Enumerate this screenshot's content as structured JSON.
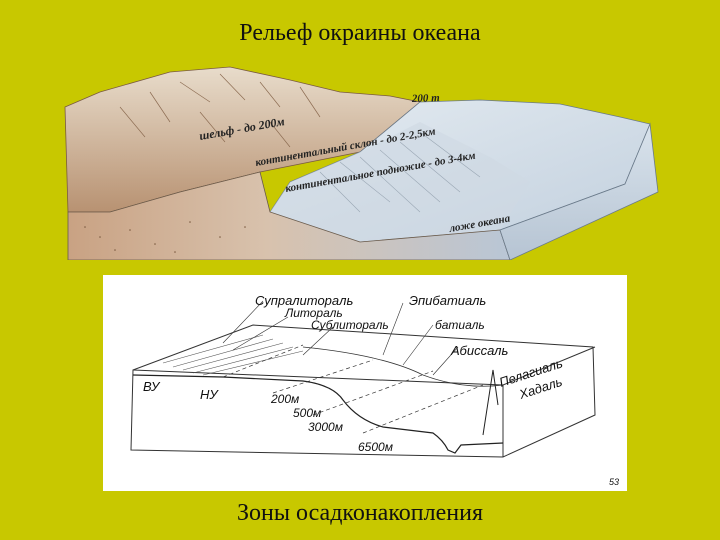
{
  "titles": {
    "top": "Рельеф окраины океана",
    "bottom": "Зоны осадконакопления"
  },
  "relief_labels": {
    "depth_200": "200 m",
    "shelf": "шельф - до 200м",
    "slope": "континентальный склон - до 2-2,5км",
    "rise": "континентальное подножие - до 3-4км",
    "floor": "ложе океана"
  },
  "zone_labels": {
    "supralittoral": "Супралиторaль",
    "littoral": "Литораль",
    "sublittoral": "Сублиторaль",
    "epibathyal": "Эпибатиаль",
    "bathyal": "батиаль",
    "abyssal": "Абиссаль",
    "pelagial": "Пелагиаль",
    "hadal": "Хадаль",
    "vu": "ВУ",
    "nu": "НУ",
    "d200": "200м",
    "d500": "500м",
    "d3000": "3000м",
    "d6500": "6500м",
    "page_mark": "53"
  },
  "colors": {
    "background": "#c8c800",
    "sea_top": "#d8e2ec",
    "land": "#c9a98a"
  }
}
